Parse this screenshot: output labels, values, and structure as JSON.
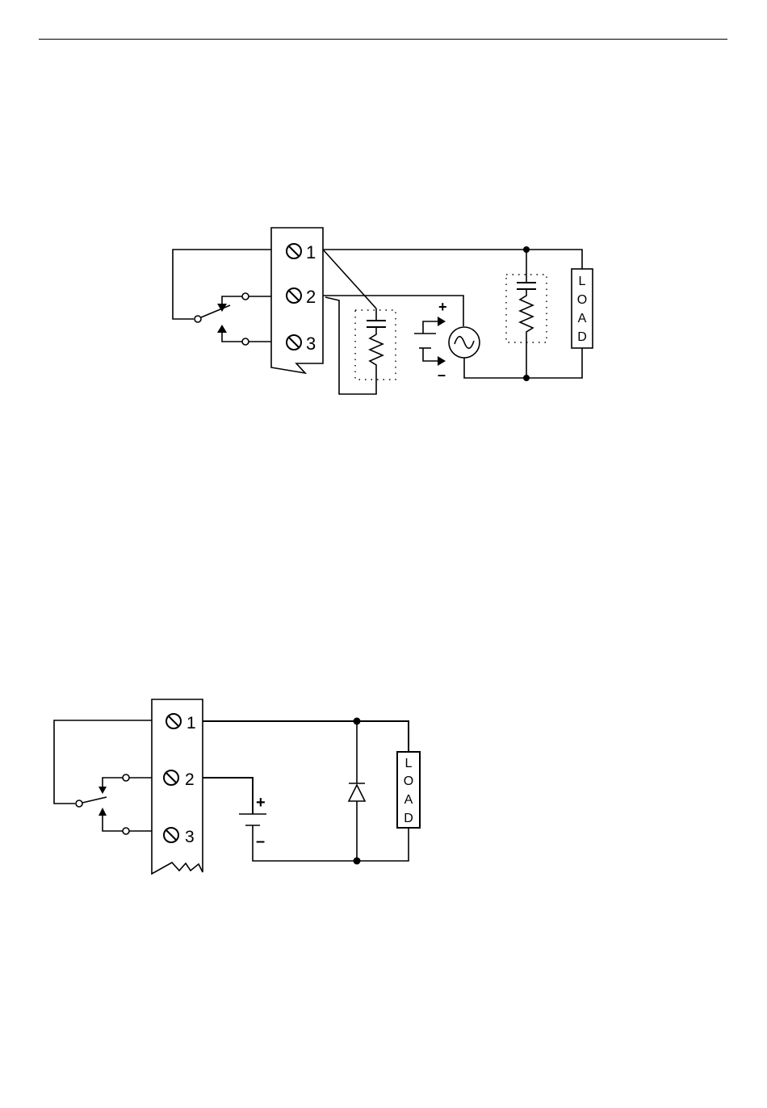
{
  "diagram1": {
    "terminals": [
      "1",
      "2",
      "3"
    ],
    "load_letters": [
      "L",
      "O",
      "A",
      "D"
    ],
    "source_plus": "+",
    "source_minus": "–"
  },
  "diagram2": {
    "terminals": [
      "1",
      "2",
      "3"
    ],
    "load_letters": [
      "L",
      "O",
      "A",
      "D"
    ],
    "battery_plus": "+",
    "battery_minus": "–"
  }
}
